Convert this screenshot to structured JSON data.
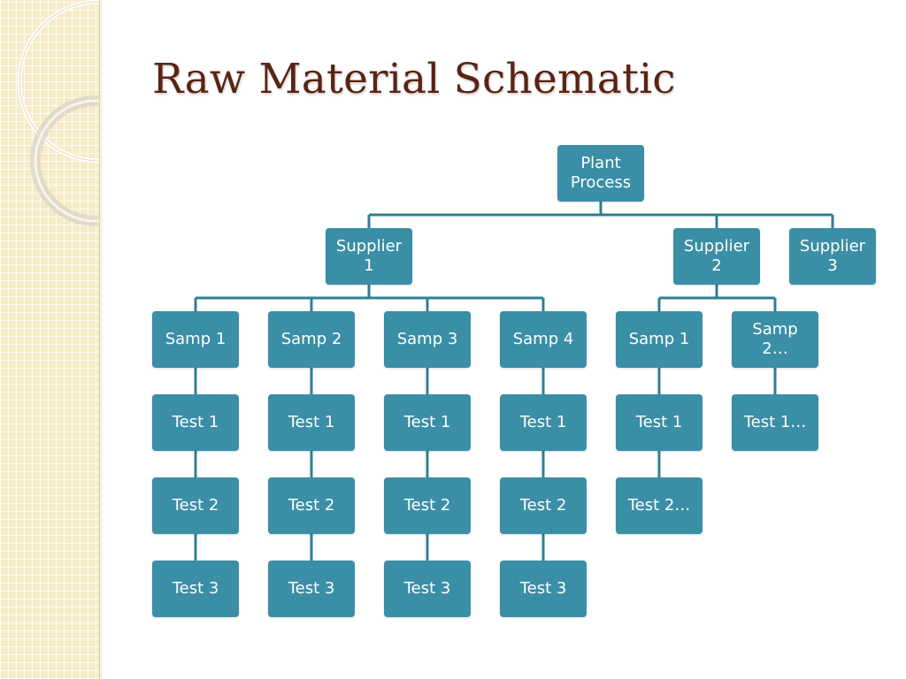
{
  "slide": {
    "title": "Raw Material Schematic"
  },
  "colors": {
    "title": "#5a2413",
    "node_fill": "#3a8ea6",
    "connector": "#2f7f94",
    "side_band": "#f6ebc8"
  },
  "diagram": {
    "root": "Plant\nProcess",
    "suppliers": [
      {
        "label": "Supplier\n1",
        "samples": [
          {
            "label": "Samp 1",
            "tests": [
              "Test 1",
              "Test 2",
              "Test 3"
            ]
          },
          {
            "label": "Samp 2",
            "tests": [
              "Test 1",
              "Test 2",
              "Test 3"
            ]
          },
          {
            "label": "Samp 3",
            "tests": [
              "Test 1",
              "Test 2",
              "Test 3"
            ]
          },
          {
            "label": "Samp 4",
            "tests": [
              "Test 1",
              "Test 2",
              "Test 3"
            ]
          }
        ]
      },
      {
        "label": "Supplier\n2",
        "samples": [
          {
            "label": "Samp 1",
            "tests": [
              "Test 1",
              "Test 2…"
            ]
          },
          {
            "label": "Samp\n2…",
            "tests": [
              "Test 1…"
            ]
          }
        ]
      },
      {
        "label": "Supplier\n3",
        "samples": []
      }
    ]
  }
}
